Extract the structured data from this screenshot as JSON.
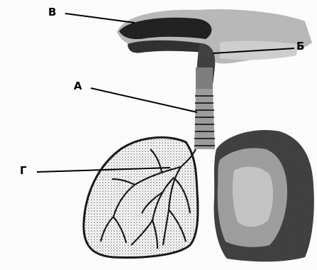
{
  "labels": {
    "v": "В",
    "b": "Б",
    "a": "А",
    "g": "Г"
  }
}
